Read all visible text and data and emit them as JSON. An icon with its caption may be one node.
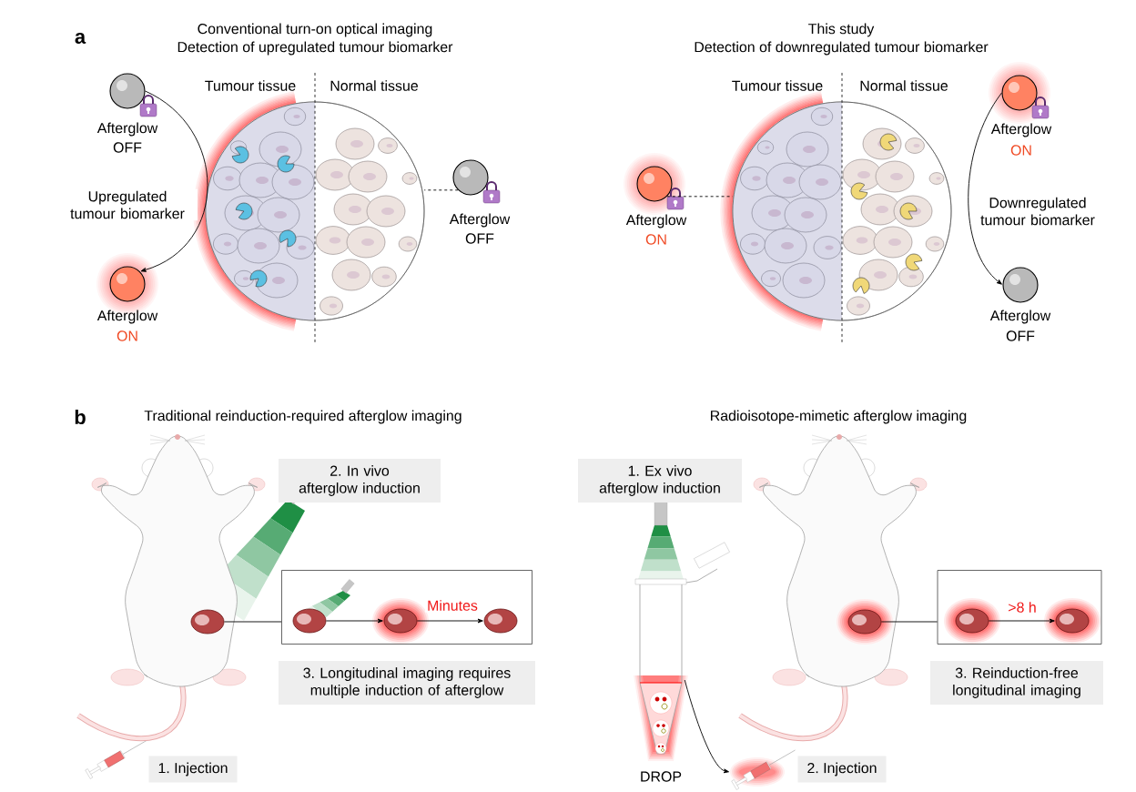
{
  "diagram": {
    "nodes": [
      {
        "text": [
          "Afterglow",
          "OFF"
        ]
      },
      {
        "text": [
          "Afterglow",
          "ON"
        ]
      },
      {
        "text": [
          "Tumour tissue",
          "Normal tissue"
        ]
      },
      {
        "text": [
          "Afterglow",
          "OFF"
        ]
      },
      {
        "text": [
          "Afterglow",
          "ON"
        ]
      },
      {
        "text": [
          "Tumour tissue",
          "Normal tissue"
        ]
      },
      {
        "text": [
          "Afterglow",
          "ON"
        ]
      },
      {
        "text": [
          "Afterglow",
          "OFF"
        ]
      },
      {
        "text": [],
        "shape": "picture"
      },
      {
        "text": [],
        "shape": "picture",
        "in": 8
      },
      {
        "text": [
          "2. In vivo afterglow induction"
        ]
      },
      {
        "text": [],
        "shape": "box"
      },
      {
        "text": [],
        "shape": "picture",
        "in": 11
      },
      {
        "text": [],
        "shape": "picture",
        "in": 11
      },
      {
        "text": [],
        "shape": "picture",
        "in": 11
      },
      {
        "text": [
          "3. Longitudinal imaging requires multiple induction of afterglow"
        ]
      },
      {
        "text": [
          "1. Injection"
        ]
      },
      {
        "text": [
          "1. Ex vivo afterglow induction"
        ]
      },
      {
        "text": [
          "DROP"
        ]
      },
      {
        "text": [],
        "shape": "picture"
      },
      {
        "text": [],
        "shape": "picture"
      },
      {
        "text": [],
        "shape": "picture",
        "in": 20
      },
      {
        "text": [],
        "shape": "box"
      },
      {
        "text": [],
        "shape": "picture",
        "in": 22
      },
      {
        "text": [],
        "shape": "picture",
        "in": 22
      },
      {
        "text": [
          "3. Reinduction-free longitudinal imaging"
        ]
      },
      {
        "text": [
          "2. Injection"
        ]
      }
    ],
    "edges": [
      {
        "from": 0,
        "to": 1,
        "arrow": "to",
        "label": "Upregulated tumour biomarker"
      },
      {
        "from": 3,
        "to": 2,
        "arrow": "none",
        "style": "dashed"
      },
      {
        "from": 4,
        "to": 5,
        "arrow": "none",
        "style": "dashed"
      },
      {
        "from": 6,
        "to": 7,
        "arrow": "to",
        "label": "Downregulated tumour biomarker"
      },
      {
        "from": 9,
        "to": 11,
        "arrow": "none"
      },
      {
        "from": 12,
        "to": 13,
        "arrow": "to"
      },
      {
        "from": 13,
        "to": 14,
        "arrow": "to",
        "label": "Minutes"
      },
      {
        "from": 18,
        "to": 19,
        "arrow": "to"
      },
      {
        "from": 21,
        "to": 22,
        "arrow": "none"
      },
      {
        "from": 23,
        "to": 24,
        "arrow": "to",
        "label": ">8 h"
      }
    ],
    "labels": [
      "a",
      "Conventional turn-on optical imaging",
      "Detection of upregulated tumour biomarker",
      "This study",
      "Detection of downregulated tumour biomarker",
      "b",
      "Traditional reinduction-required afterglow imaging",
      "Radioisotope-mimetic afterglow imaging"
    ]
  }
}
